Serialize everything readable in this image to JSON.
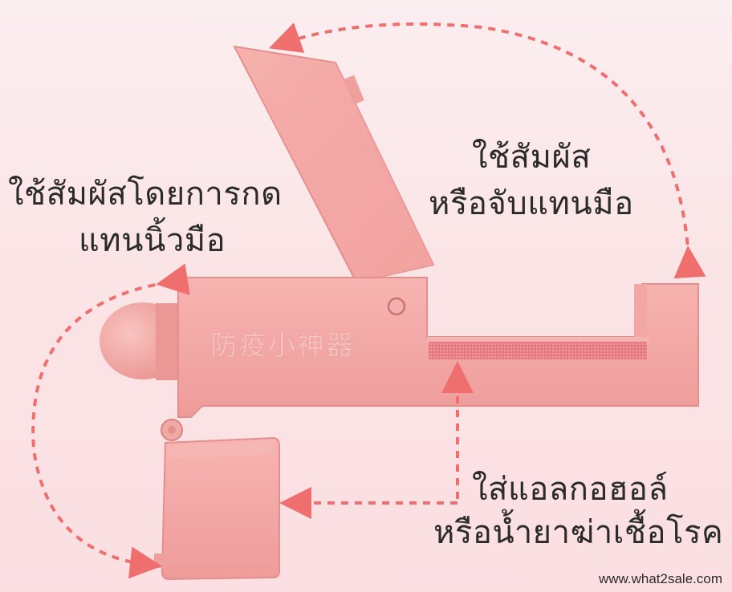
{
  "labels": {
    "top_left_line1": "ใช้สัมผัสโดยการกด",
    "top_left_line2": "แทนนิ้วมือ",
    "top_right_line1": "ใช้สัมผัส",
    "top_right_line2": "หรือจับแทนมือ",
    "bottom_right_line1": "ใส่แอลกอฮอล์",
    "bottom_right_line2": "หรือน้ำยาฆ่าเชื้อโรค"
  },
  "device_inscription": "防疫小神器",
  "watermark": "www.what2sale.com",
  "colors": {
    "body": "#f4a8a6",
    "body_shadow": "#e48f8e",
    "arrow": "#ef6e6e",
    "text": "#2b2b2b"
  }
}
